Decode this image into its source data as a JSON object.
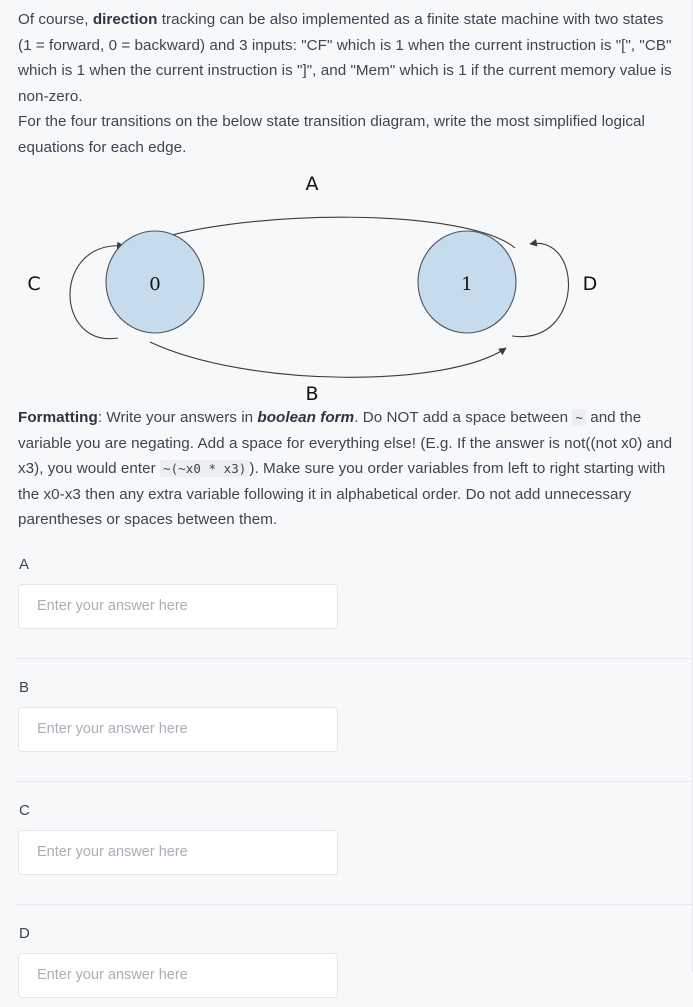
{
  "prompt": {
    "paragraph1_part1": "Of course, ",
    "paragraph1_bold": "direction",
    "paragraph1_part2": " tracking can be also implemented as a finite state machine with two states (1 = forward, 0 = backward) and 3 inputs: \"CF\" which is 1 when the current instruction is \"[\", \"CB\" which is 1 when the current instruction is \"]\", and \"Mem\" which is 1 if the current memory value is non-zero.",
    "paragraph2": "For the four transitions on the below state transition diagram, write the most simplified logical equations for each edge."
  },
  "diagram": {
    "state_left_label": "0",
    "state_right_label": "1",
    "edge_top_label": "A",
    "edge_bottom_label": "B",
    "edge_left_loop_label": "C",
    "edge_right_loop_label": "D",
    "state_fill_color": "#c6dced",
    "state_stroke_color": "#4a5460",
    "edge_stroke_color": "#3a3a3a"
  },
  "formatting": {
    "lead_bold": "Formatting",
    "text_part1": ": Write your answers in ",
    "bold_italic": "boolean form",
    "text_part2": ". Do NOT add a space between ",
    "code_tilde": "~",
    "text_part3": " and the variable you are negating. Add a space for everything else! (E.g. If the answer is not((not x0) and x3), you would enter ",
    "code_example": "~(~x0 * x3)",
    "text_part4": "). Make sure you order variables from left to right starting with the x0-x3 then any extra variable following it in alphabetical order. Do not add unnecessary parentheses or spaces between them."
  },
  "answers": {
    "placeholder": "Enter your answer here",
    "fields": [
      {
        "label": "A",
        "value": ""
      },
      {
        "label": "B",
        "value": ""
      },
      {
        "label": "C",
        "value": ""
      },
      {
        "label": "D",
        "value": ""
      }
    ]
  }
}
